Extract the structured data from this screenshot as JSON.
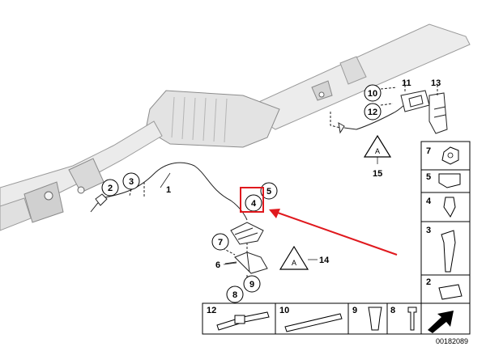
{
  "parts": {
    "p1": "1",
    "p2": "2",
    "p3": "3",
    "p4": "4",
    "p5": "5",
    "p6": "6",
    "p7": "7",
    "p8": "8",
    "p9": "9",
    "p10": "10",
    "p11": "11",
    "p12": "12",
    "p13": "13",
    "p14": "14",
    "p15": "15"
  },
  "side_panel": {
    "n7": "7",
    "n5": "5",
    "n4": "4",
    "n3": "3",
    "n2": "2"
  },
  "bottom_panel": {
    "n12": "12",
    "n10": "10",
    "n9": "9",
    "n8": "8"
  },
  "warning_label_text": "A",
  "diagram_code": "00182089",
  "colors": {
    "highlight": "#e0191e",
    "line": "#222222",
    "exhaust_fill": "#e6e6e6",
    "exhaust_stroke": "#9a9a9a"
  },
  "icons": [
    "warning-triangle-icon",
    "arrow-pointer-icon"
  ]
}
